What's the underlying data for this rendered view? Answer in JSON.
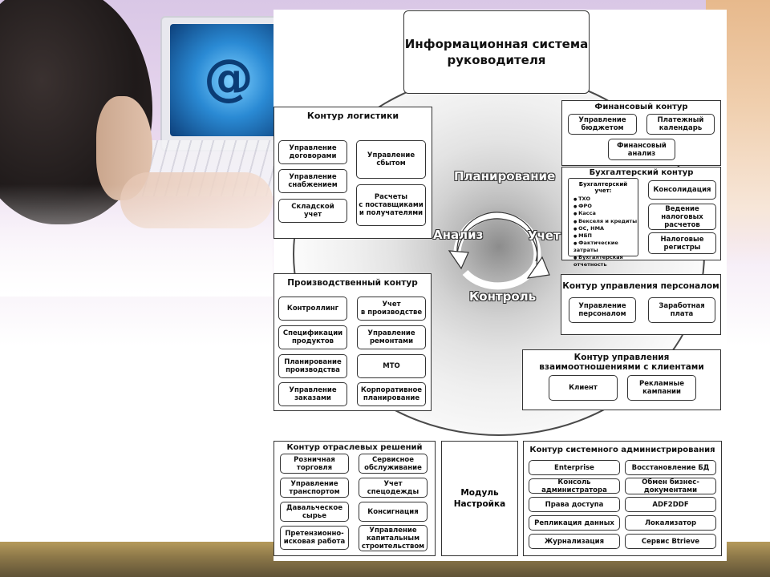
{
  "main_title": "Информационная система\nруководителя",
  "cycle": {
    "planning": "Планирование",
    "analysis": "Анализ",
    "accounting": "Учет",
    "control": "Контроль"
  },
  "logistics": {
    "title": "Контур логистики",
    "items": [
      "Управление\nдоговорами",
      "Управление\nснабжением",
      "Складской\nучет",
      "Управление\nсбытом",
      "Расчеты\nс поставщиками\nи получателями"
    ]
  },
  "finance": {
    "title": "Финансовый контур",
    "items": [
      "Управление\nбюджетом",
      "Платежный\nкалендарь",
      "Финансовый\nанализ"
    ]
  },
  "bookkeeping": {
    "title": "Бухгалтерский контур",
    "list_title": "Бухгалтерский\nучет:",
    "list": [
      "ТХО",
      "ФРО",
      "Касса",
      "Векселя и кредиты",
      "ОС, НМА",
      "МБП",
      "Фактические затраты",
      "Бухгалтерская\nотчетность"
    ],
    "items": [
      "Консолидация",
      "Ведение\nналоговых\nрасчетов",
      "Налоговые\nрегистры"
    ]
  },
  "production": {
    "title": "Производственный контур",
    "items": [
      "Контроллинг",
      "Учет\nв производстве",
      "Спецификации\nпродуктов",
      "Управление\nремонтами",
      "Планирование\nпроизводства",
      "МТО",
      "Управление\nзаказами",
      "Корпоративное\nпланирование"
    ]
  },
  "personnel": {
    "title": "Контур управления персоналом",
    "items": [
      "Управление\nперсоналом",
      "Заработная\nплата"
    ]
  },
  "crm": {
    "title": "Контур управления\nвзаимоотношениями с клиентами",
    "items": [
      "Клиент",
      "Рекламные\nкампании"
    ]
  },
  "industry": {
    "title": "Контур отраслевых решений",
    "items": [
      "Розничная\nторговля",
      "Сервисное\nобслуживание",
      "Управление\nтранспортом",
      "Учет\nспецодежды",
      "Давальческое\nсырье",
      "Консигнация",
      "Претензионно-\nисковая работа",
      "Управление\nкапитальным\nстроительством"
    ]
  },
  "module": {
    "label": "Модуль\nНастройка"
  },
  "sysadmin": {
    "title": "Контур системного администрирования",
    "items": [
      "Enterprise",
      "Восстановление БД",
      "Консоль администратора",
      "Обмен бизнес-\nдокументами",
      "Права доступа",
      "ADF2DDF",
      "Репликация данных",
      "Локализатор",
      "Журнализация",
      "Сервис Btrieve"
    ]
  },
  "colors": {
    "border": "#333333",
    "ring_center": "#8c8c8c",
    "footer_band": "#8f7a4a"
  }
}
